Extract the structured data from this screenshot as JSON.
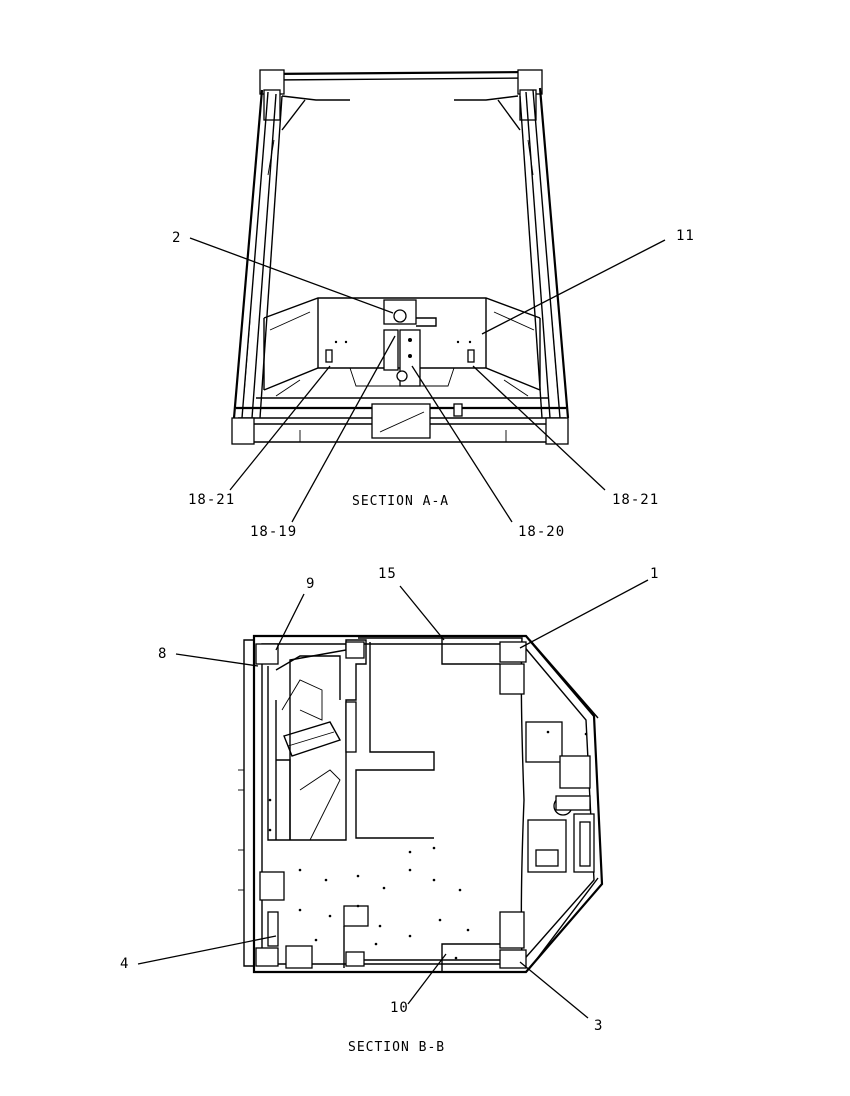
{
  "section_a": {
    "caption": "SECTION A-A",
    "callouts": {
      "c2": "2",
      "c11": "11",
      "c18_21_left": "18-21",
      "c18_21_right": "18-21",
      "c18_19": "18-19",
      "c18_20": "18-20"
    }
  },
  "section_b": {
    "caption": "SECTION B-B",
    "callouts": {
      "c9": "9",
      "c15": "15",
      "c1": "1",
      "c8": "8",
      "c4": "4",
      "c10": "10",
      "c3": "3"
    }
  }
}
